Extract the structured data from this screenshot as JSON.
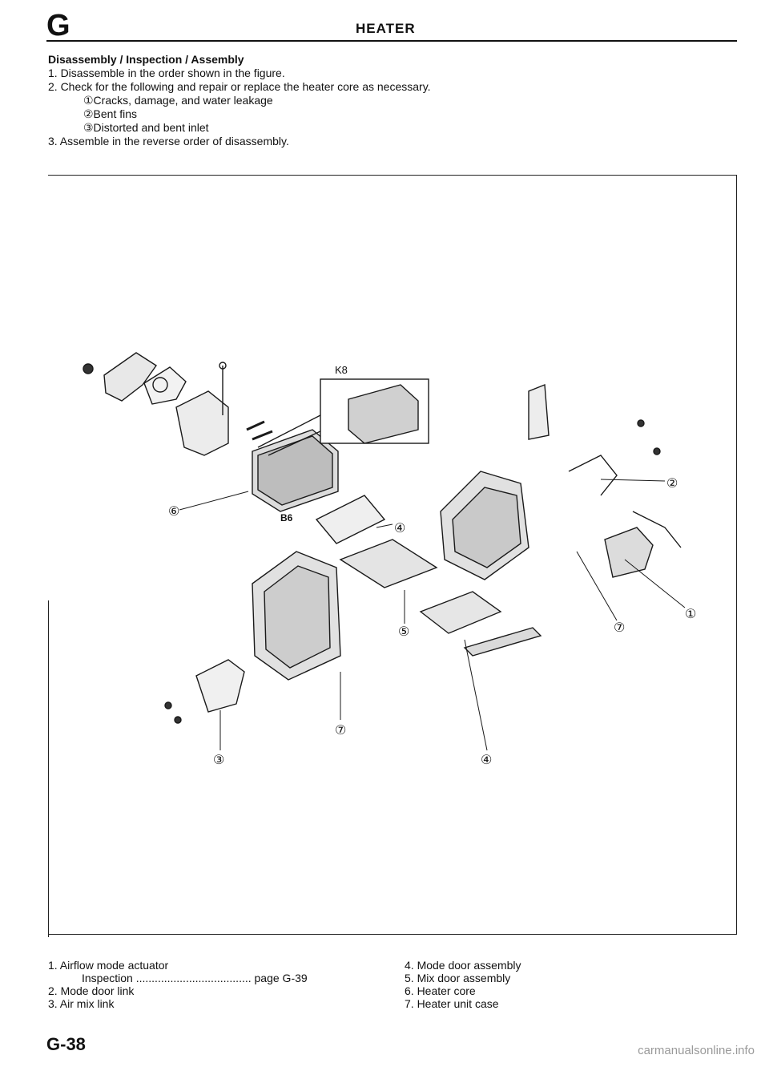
{
  "header": {
    "section_letter": "G",
    "title": "HEATER"
  },
  "instructions": {
    "heading": "Disassembly / Inspection / Assembly",
    "steps": [
      "1. Disassemble in the order shown in the figure.",
      "2. Check for the following and repair or replace the heater core as necessary.",
      "①Cracks, damage, and water leakage",
      "②Bent fins",
      "③Distorted and bent inlet",
      "3. Assemble in the reverse order of disassembly."
    ]
  },
  "diagram": {
    "inset_label": "K8",
    "core_label": "B6",
    "callouts": [
      "⑥",
      "④",
      "②",
      "⑤",
      "⑦",
      "①",
      "⑦",
      "③",
      "④"
    ]
  },
  "legend": {
    "left": [
      "1. Airflow mode actuator",
      "Inspection ..................................... page G-39",
      "2. Mode door link",
      "3. Air mix link"
    ],
    "right": [
      "4. Mode door assembly",
      "5. Mix door assembly",
      "6. Heater core",
      "7. Heater unit case"
    ]
  },
  "footer": {
    "page_number": "G-38",
    "watermark": "carmanualsonline.info"
  }
}
